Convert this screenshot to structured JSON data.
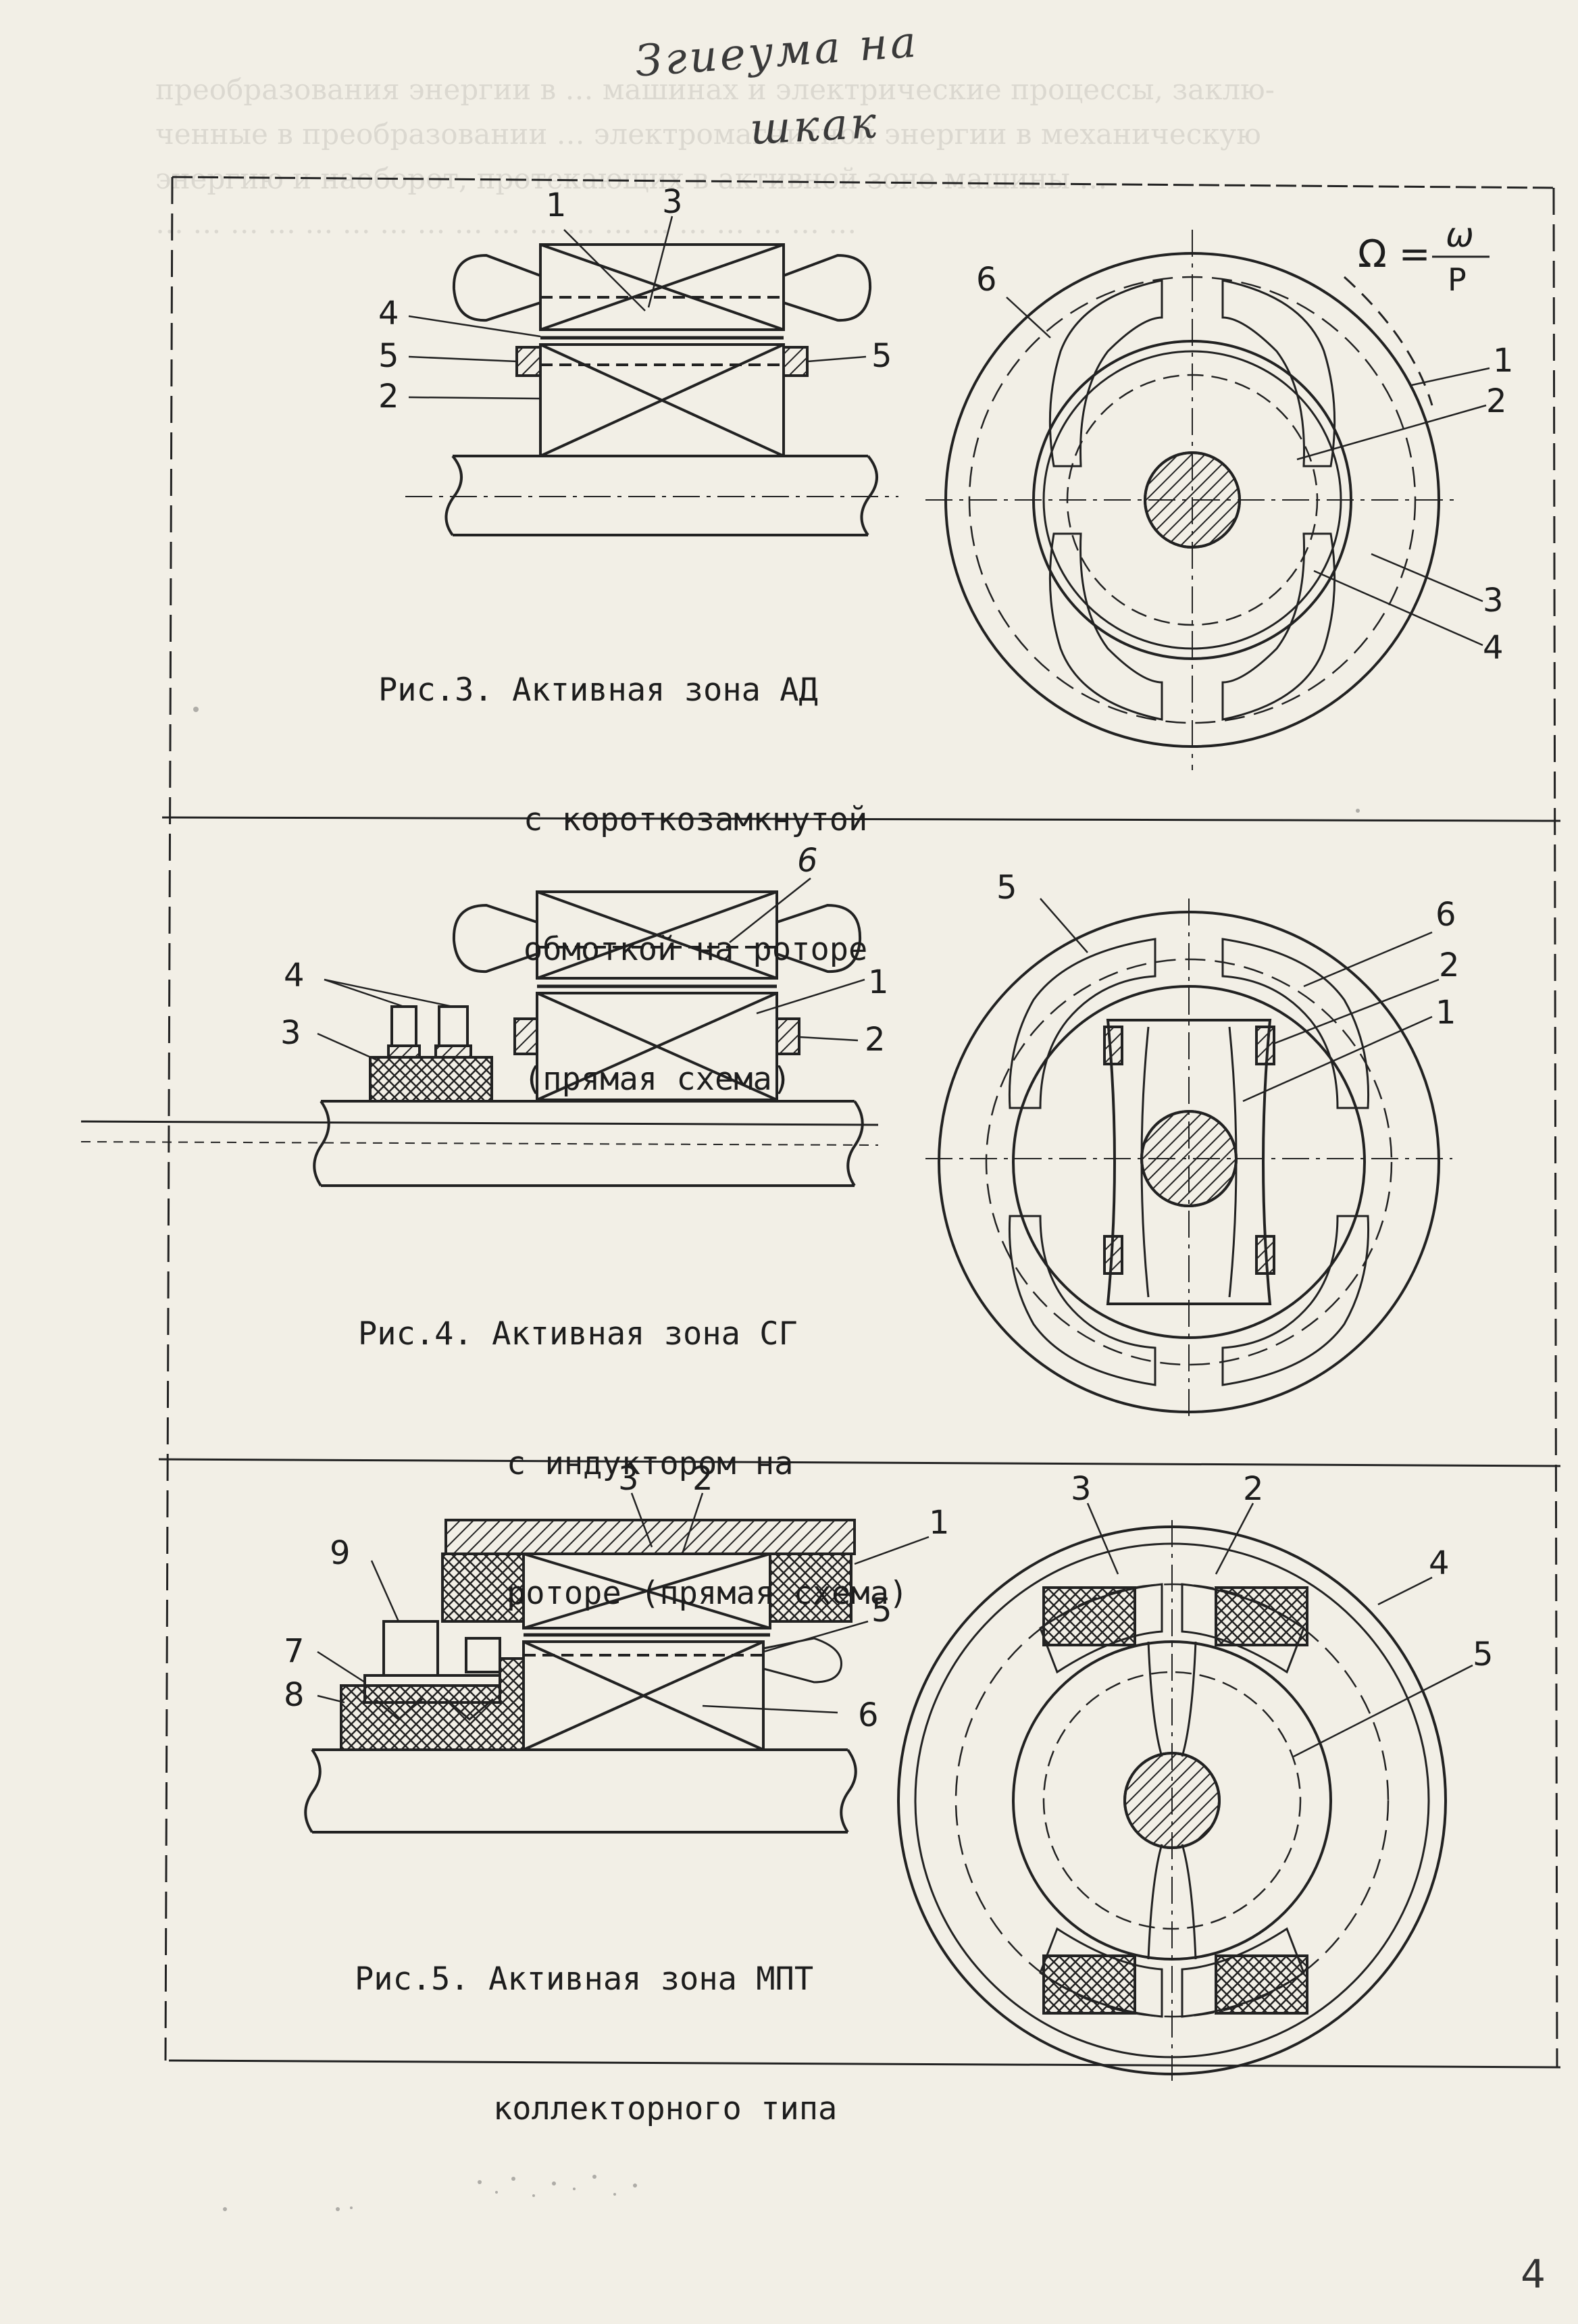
{
  "handwritten_note": {
    "line1": "Згиеума на",
    "line2": "шкак"
  },
  "formula": {
    "lhs": "Ω =",
    "numerator": "ω",
    "denominator": "P"
  },
  "figures": [
    {
      "id": "fig3",
      "caption_lines": [
        "Рис.3. Активная зона АД",
        "с короткозамкнутой",
        "обмоткой на роторе",
        "(прямая схема)"
      ],
      "side_labels": [
        "1",
        "3",
        "4",
        "5",
        "5",
        "2"
      ],
      "disc_labels": [
        "6",
        "1",
        "2",
        "3",
        "4"
      ]
    },
    {
      "id": "fig4",
      "caption_lines": [
        "Рис.4. Активная зона СГ",
        "с индуктором на",
        "роторе (прямая схема)"
      ],
      "side_labels": [
        "6",
        "4",
        "1",
        "3",
        "2"
      ],
      "disc_labels": [
        "5",
        "6",
        "2",
        "1"
      ]
    },
    {
      "id": "fig5",
      "caption_lines": [
        "Рис.5. Активная зона МПТ",
        "коллекторного типа"
      ],
      "side_labels": [
        "3",
        "2",
        "1",
        "9",
        "5",
        "7",
        "8",
        "6"
      ],
      "disc_labels": [
        "3",
        "2",
        "4",
        "5"
      ]
    }
  ],
  "page_number": "4"
}
